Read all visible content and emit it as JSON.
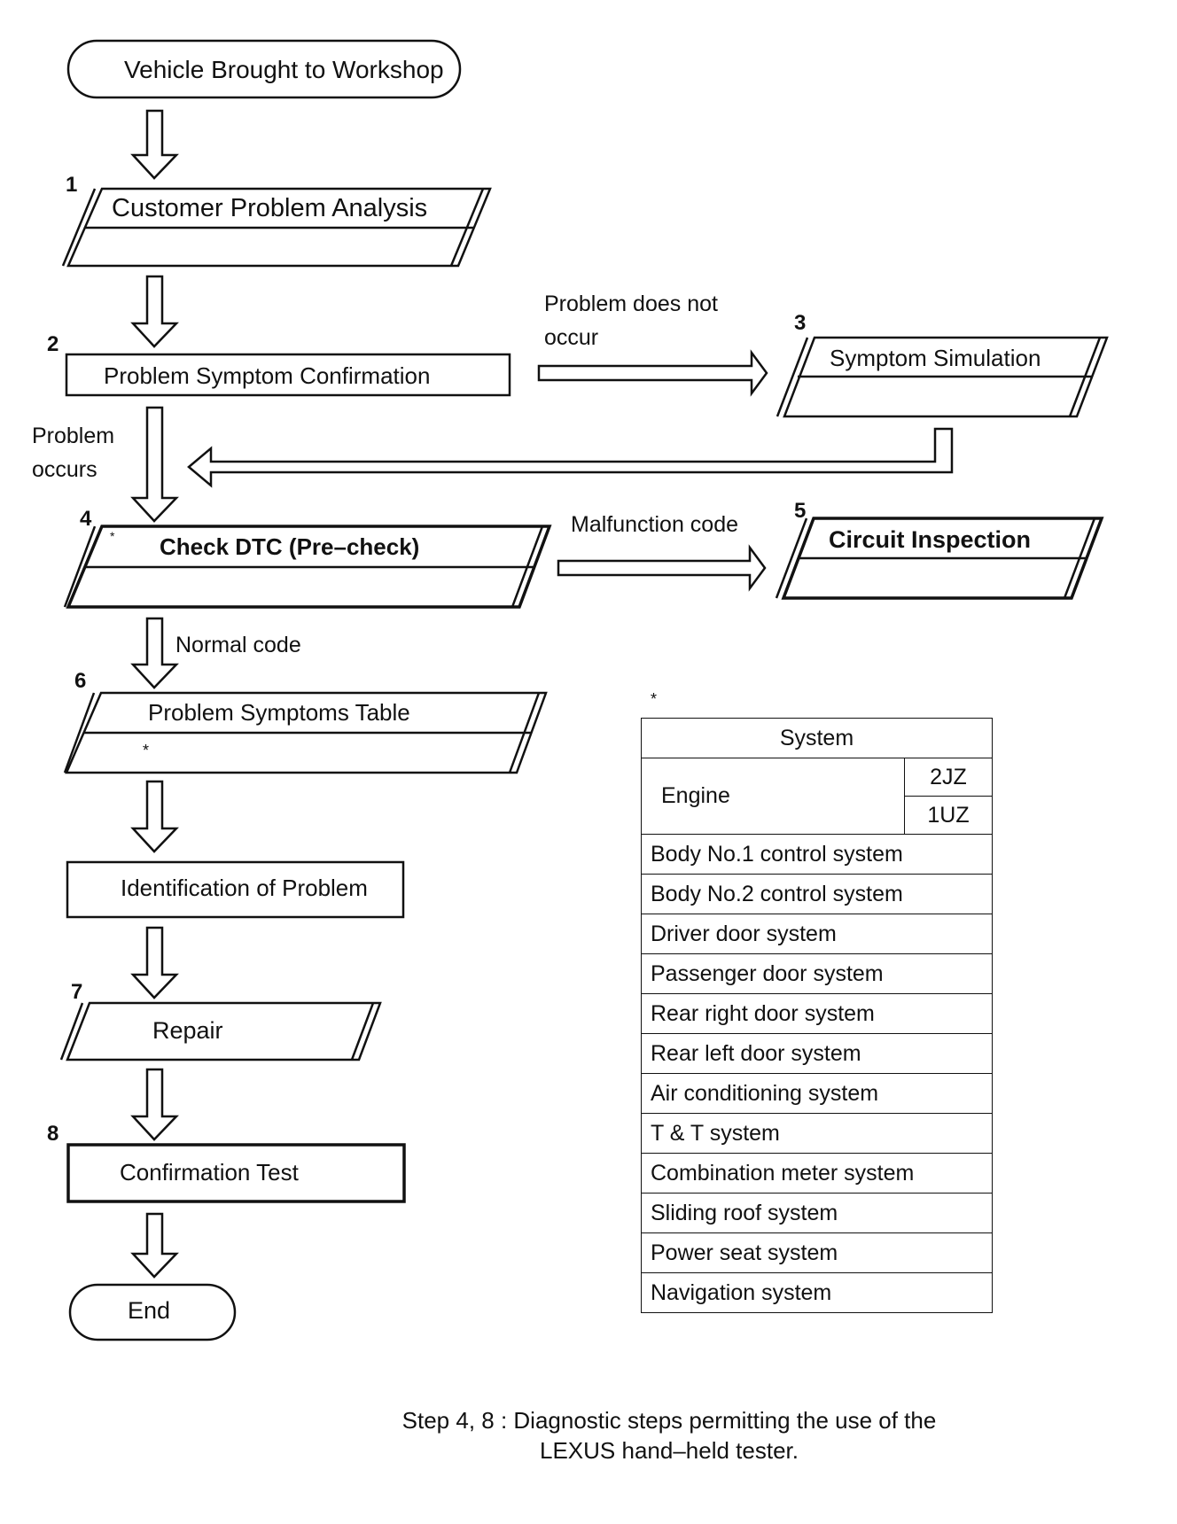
{
  "flow": {
    "start": "Vehicle Brought to Workshop",
    "end": "End",
    "steps": {
      "s1": {
        "num": "1",
        "label": "Customer Problem Analysis"
      },
      "s2": {
        "num": "2",
        "label": "Problem Symptom Confirmation"
      },
      "s3": {
        "num": "3",
        "label": "Symptom Simulation"
      },
      "s4": {
        "num": "4",
        "label": "Check DTC (Pre–check)"
      },
      "s5": {
        "num": "5",
        "label": "Circuit Inspection"
      },
      "s6": {
        "num": "6",
        "label": "Problem Symptoms Table"
      },
      "s7": {
        "num": "7",
        "label": "Repair"
      },
      "s8": {
        "num": "8",
        "label": "Confirmation Test"
      }
    },
    "identification": "Identification of Problem",
    "edge_labels": {
      "not_occur_1": "Problem  does  not",
      "not_occur_2": "occur",
      "occurs_1": "Problem",
      "occurs_2": "occurs",
      "malfunction": "Malfunction code",
      "normal": "Normal code"
    },
    "asterisk": "*"
  },
  "system_table": {
    "header": "System",
    "engine_label": "Engine",
    "engine_variants": [
      "2JZ",
      "1UZ"
    ],
    "rows": [
      "Body No.1 control system",
      "Body No.2 control system",
      "Driver door system",
      "Passenger door system",
      "Rear right door system",
      "Rear left door system",
      "Air conditioning system",
      "T & T system",
      "Combination meter system",
      "Sliding roof system",
      "Power seat system",
      "Navigation system"
    ]
  },
  "footnote": {
    "line1": "Step 4, 8 : Diagnostic steps permitting the use of the",
    "line2": "LEXUS hand–held tester."
  }
}
